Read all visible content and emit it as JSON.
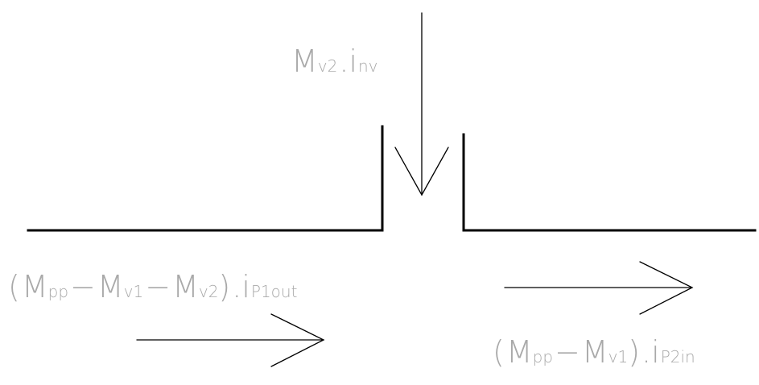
{
  "diagram": {
    "label_inflow": {
      "symbol": "M",
      "symbol_sub": "v2",
      "dot_i": ".i",
      "i_sub": "nv"
    },
    "label_outlet_1": {
      "open_paren": "(",
      "symbol_1": "M",
      "symbol_1_sub": "pp",
      "minus_1": "−",
      "symbol_2": "M",
      "symbol_2_sub": "v1",
      "minus_2": "−",
      "symbol_3": "M",
      "symbol_3_sub": "v2",
      "close_paren": ")",
      "dot_i": ".i",
      "i_sub": "P1out"
    },
    "label_outlet_2": {
      "open_paren": "(",
      "symbol_1": "M",
      "symbol_1_sub": "pp",
      "minus_1": "−",
      "symbol_2": "M",
      "symbol_2_sub": "v1",
      "close_paren": ")",
      "dot_i": ".i",
      "i_sub": "P2in"
    },
    "colors": {
      "line": "#000000",
      "label": "#a9a9a9",
      "background": "#ffffff"
    }
  }
}
